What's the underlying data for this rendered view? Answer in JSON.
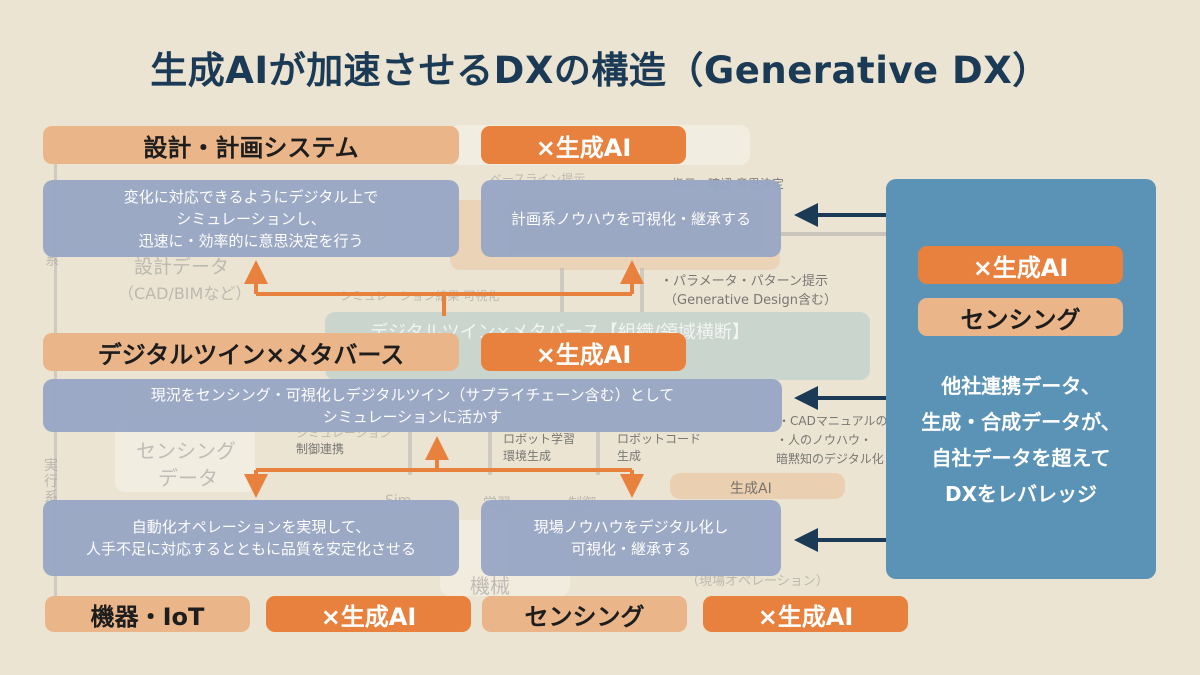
{
  "title": "生成AIが加速させるDXの構造（Generative DX）",
  "bands": {
    "design": "設計・計画システム",
    "twin": "デジタルツイン×メタバース",
    "device": "機器・IoT",
    "sensing_bottom": "センシング",
    "genai": "×生成AI"
  },
  "boxes": {
    "design_left": "変化に対応できるようにデジタル上で\nシミュレーションし、\n迅速に・効率的に意思決定を行う",
    "design_right": "計画系ノウハウを可視化・継承する",
    "twin": "現況をセンシング・可視化しデジタルツイン（サプライチェーン含む）として\nシミュレーションに活かす",
    "device_left": "自動化オペレーションを実現して、\n人手不足に対応するとともに品質を安定化させる",
    "device_right": "現場ノウハウをデジタル化し\n可視化・継承する"
  },
  "panel": {
    "genai": "×生成AI",
    "sensing": "センシング",
    "text": "他社連携データ、\n生成・合成データが、\n自社データを超えて\nDXをレバレッジ"
  },
  "background_text": {
    "t1": "設計データ",
    "t2": "（CAD/BIMなど）",
    "t3": "・パラメータ・パターン提示",
    "t4": "（Generative Design含む）",
    "t5": "シミュレーション結果 可視化",
    "t6": "デジタルツイン×メタバース【組織/領域横断】",
    "t7": "センシング",
    "t8": "データ",
    "t9": "制御連携",
    "t10": "ロボット学習",
    "t11": "環境生成",
    "t12": "ロボットコード",
    "t13": "生成",
    "t14": "・人のノウハウ・",
    "t15": "暗黙知のデジタル化",
    "t16": "生成AI",
    "t17": "機械",
    "t18": "（現場オペレーション）",
    "t19": "実行系",
    "t20": "指示・確認 意思決定",
    "t21": "Sim",
    "t22": "学習",
    "t23": "制御",
    "t24": "系",
    "t25": "・CADマニュアルの提",
    "t26": "シミュレーション",
    "t27": "ベースライン提示"
  },
  "colors": {
    "background": "#ece4d2",
    "title": "#1b3a55",
    "light_orange": "#eab589",
    "dark_orange": "#e8813d",
    "blue_box": "#98a7c5",
    "panel": "#5a93b5",
    "arrow_navy": "#1b3a55"
  }
}
